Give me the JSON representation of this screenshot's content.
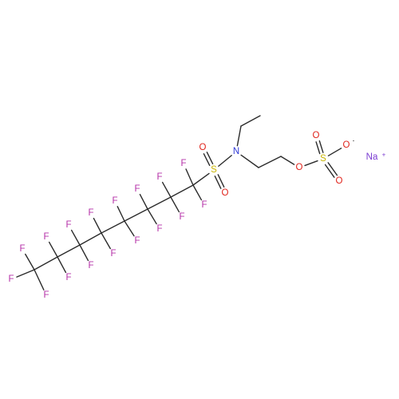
{
  "colors": {
    "background": "#ffffff",
    "bond": "#2b2b2b",
    "fluorine": "#b531a8",
    "sulfur": "#c8b400",
    "oxygen": "#e0231b",
    "nitrogen": "#2f39d6",
    "sodium": "#7a3bd1"
  },
  "molecule": {
    "atoms": [
      {
        "id": "N",
        "element": "nitrogen",
        "label": "N"
      },
      {
        "id": "S1",
        "element": "sulfur",
        "label": "S"
      },
      {
        "id": "O1",
        "element": "oxygen",
        "label": "O"
      },
      {
        "id": "O2",
        "element": "oxygen",
        "label": "O"
      },
      {
        "id": "Oe",
        "element": "oxygen",
        "label": "O"
      },
      {
        "id": "S2",
        "element": "sulfur",
        "label": "S"
      },
      {
        "id": "O3",
        "element": "oxygen",
        "label": "O"
      },
      {
        "id": "O4",
        "element": "oxygen",
        "label": "O"
      },
      {
        "id": "O5",
        "element": "oxygen",
        "label": "O"
      },
      {
        "id": "F1",
        "element": "fluorine",
        "label": "F"
      },
      {
        "id": "F2",
        "element": "fluorine",
        "label": "F"
      },
      {
        "id": "F3",
        "element": "fluorine",
        "label": "F"
      },
      {
        "id": "F4",
        "element": "fluorine",
        "label": "F"
      },
      {
        "id": "F5",
        "element": "fluorine",
        "label": "F"
      },
      {
        "id": "F6",
        "element": "fluorine",
        "label": "F"
      },
      {
        "id": "F7",
        "element": "fluorine",
        "label": "F"
      },
      {
        "id": "F8",
        "element": "fluorine",
        "label": "F"
      },
      {
        "id": "F9",
        "element": "fluorine",
        "label": "F"
      },
      {
        "id": "F10",
        "element": "fluorine",
        "label": "F"
      },
      {
        "id": "F11",
        "element": "fluorine",
        "label": "F"
      },
      {
        "id": "F12",
        "element": "fluorine",
        "label": "F"
      },
      {
        "id": "F13",
        "element": "fluorine",
        "label": "F"
      },
      {
        "id": "F14",
        "element": "fluorine",
        "label": "F"
      },
      {
        "id": "F15",
        "element": "fluorine",
        "label": "F"
      },
      {
        "id": "F16",
        "element": "fluorine",
        "label": "F"
      },
      {
        "id": "F17",
        "element": "fluorine",
        "label": "F"
      },
      {
        "id": "Na",
        "element": "sodium",
        "label": "Na"
      }
    ],
    "charges": [
      {
        "id": "O5-charge",
        "element": "oxygen",
        "label": "-"
      },
      {
        "id": "Na-charge",
        "element": "sodium",
        "label": "+"
      }
    ],
    "bonds": [
      {
        "from": "N",
        "to": "S1",
        "order": 1
      },
      {
        "from": "N",
        "to": "Ce1",
        "order": 1
      },
      {
        "from": "Ce1",
        "to": "Ce2",
        "order": 1
      },
      {
        "from": "N",
        "to": "Ca",
        "order": 1
      },
      {
        "from": "Ca",
        "to": "Cb",
        "order": 1
      },
      {
        "from": "Cb",
        "to": "Oe",
        "order": 1
      },
      {
        "from": "Oe",
        "to": "S2",
        "order": 1
      },
      {
        "from": "S2",
        "to": "O3",
        "order": 2
      },
      {
        "from": "S2",
        "to": "O4",
        "order": 2
      },
      {
        "from": "S2",
        "to": "O5",
        "order": 1
      },
      {
        "from": "S1",
        "to": "O1",
        "order": 2
      },
      {
        "from": "S1",
        "to": "O2",
        "order": 2
      },
      {
        "from": "S1",
        "to": "C1",
        "order": 1
      },
      {
        "from": "C1",
        "to": "C2",
        "order": 1
      },
      {
        "from": "C2",
        "to": "C3",
        "order": 1
      },
      {
        "from": "C3",
        "to": "C4",
        "order": 1
      },
      {
        "from": "C4",
        "to": "C5",
        "order": 1
      },
      {
        "from": "C5",
        "to": "C6",
        "order": 1
      },
      {
        "from": "C6",
        "to": "C7",
        "order": 1
      },
      {
        "from": "C7",
        "to": "C8",
        "order": 1
      },
      {
        "from": "C1",
        "to": "F1",
        "order": 1
      },
      {
        "from": "C1",
        "to": "F2",
        "order": 1
      },
      {
        "from": "C2",
        "to": "F3",
        "order": 1
      },
      {
        "from": "C2",
        "to": "F4",
        "order": 1
      },
      {
        "from": "C3",
        "to": "F5",
        "order": 1
      },
      {
        "from": "C3",
        "to": "F6",
        "order": 1
      },
      {
        "from": "C4",
        "to": "F7",
        "order": 1
      },
      {
        "from": "C4",
        "to": "F8",
        "order": 1
      },
      {
        "from": "C5",
        "to": "F9",
        "order": 1
      },
      {
        "from": "C5",
        "to": "F10",
        "order": 1
      },
      {
        "from": "C6",
        "to": "F11",
        "order": 1
      },
      {
        "from": "C6",
        "to": "F12",
        "order": 1
      },
      {
        "from": "C7",
        "to": "F13",
        "order": 1
      },
      {
        "from": "C7",
        "to": "F14",
        "order": 1
      },
      {
        "from": "C8",
        "to": "F15",
        "order": 1
      },
      {
        "from": "C8",
        "to": "F16",
        "order": 1
      },
      {
        "from": "C8",
        "to": "F17",
        "order": 1
      }
    ]
  }
}
